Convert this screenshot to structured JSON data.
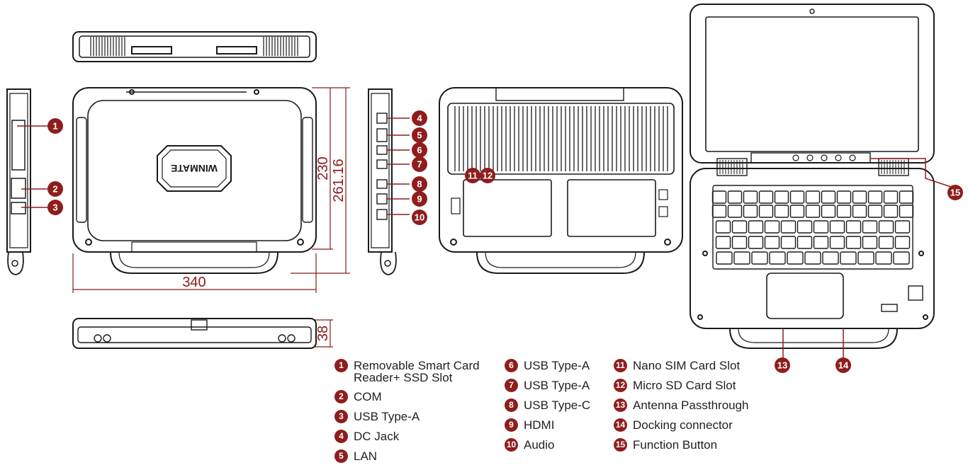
{
  "colors": {
    "accent": "#8f1d1d",
    "line": "#1a1a1a",
    "dimension": "#8a1a1a"
  },
  "dimensions": {
    "width": "340",
    "depth_inner": "230",
    "depth_outer": "261.16",
    "height": "38"
  },
  "product": {
    "logo_text": "WINMATE"
  },
  "callouts": [
    {
      "num": "1",
      "label": "Removable Smart Card\nReader+ SSD Slot"
    },
    {
      "num": "2",
      "label": "COM"
    },
    {
      "num": "3",
      "label": "USB Type-A"
    },
    {
      "num": "4",
      "label": "DC Jack"
    },
    {
      "num": "5",
      "label": "LAN"
    },
    {
      "num": "6",
      "label": "USB Type-A"
    },
    {
      "num": "7",
      "label": "USB Type-A"
    },
    {
      "num": "8",
      "label": "USB Type-C"
    },
    {
      "num": "9",
      "label": "HDMI"
    },
    {
      "num": "10",
      "label": "Audio"
    },
    {
      "num": "11",
      "label": "Nano SIM Card Slot"
    },
    {
      "num": "12",
      "label": "Micro SD Card Slot"
    },
    {
      "num": "13",
      "label": "Antenna Passthrough"
    },
    {
      "num": "14",
      "label": "Docking connector"
    },
    {
      "num": "15",
      "label": "Function Button"
    }
  ]
}
